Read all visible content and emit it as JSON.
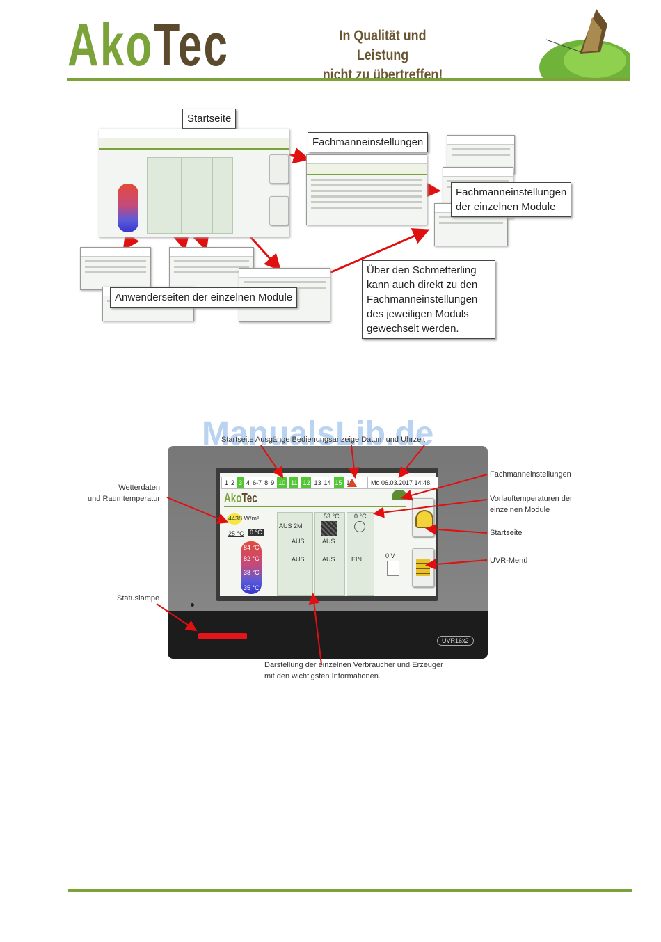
{
  "header": {
    "logo_part1": "Ako",
    "logo_part2": "Tec",
    "slogan_line1": "In Qualität und Leistung",
    "slogan_line2": "nicht zu übertreffen!"
  },
  "overview": {
    "startseite": "Startseite",
    "fachmann": "Fachmanneinstellungen",
    "fachmann_module_line1": "Fachmanneinstellungen",
    "fachmann_module_line2": "der einzelnen Module",
    "anwender": "Anwenderseiten der einzelnen Module",
    "schmetterling_lines": [
      "Über den Schmetterling",
      "kann auch direkt zu den",
      "Fachmanneinstellungen",
      "des jeweiligen Moduls",
      "gewechselt werden."
    ]
  },
  "screen": {
    "tabs": [
      "1",
      "2",
      "3",
      "4",
      "6-7",
      "8",
      "9",
      "10",
      "11",
      "12",
      "13",
      "14",
      "15",
      "16"
    ],
    "datetime": "Mo 06.03.2017 14:48",
    "weather": "4438 W/m²",
    "room_temp": "25 °C",
    "outside_temp": "0 °C",
    "tank_temps": [
      "84 °C",
      "82 °C",
      "38 °C",
      "35 °C"
    ],
    "solar_temp": "53 °C",
    "module3_temp": "0 °C",
    "state_aus_1": "AUS 2M",
    "state_aus_2": "AUS",
    "state_aus_3": "AUS",
    "state_aus_4": "AUS",
    "state_aus_5": "AUS",
    "state_ein": "EIN",
    "volt": "0 V",
    "device_badge": "UVR16x2"
  },
  "annotations": {
    "top": "Startseite Ausgänge Bedienungsanzeige Datum und Uhrzeit",
    "wetter_line1": "Wetterdaten",
    "wetter_line2": "und Raumtemperatur",
    "statuslampe": "Statuslampe",
    "fachmann": "Fachmanneinstellungen",
    "vorlauf_line1": "Vorlauftemperaturen der",
    "vorlauf_line2": "einzelnen Module",
    "startseite": "Startseite",
    "uvr": "UVR-Menü",
    "darstellung_line1": "Darstellung der einzelnen Verbraucher und Erzeuger",
    "darstellung_line2": "mit den wichtigsten Informationen."
  },
  "watermark": "ManualsLib.de"
}
